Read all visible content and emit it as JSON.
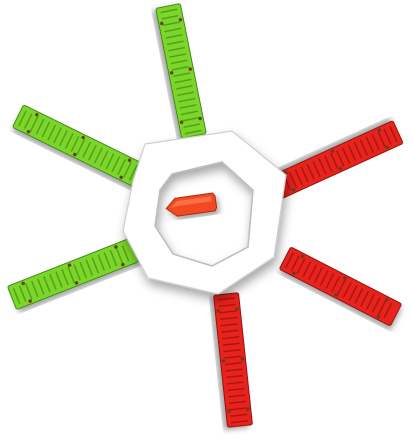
{
  "colors": {
    "background": "#ffffff",
    "arm_green": "#7bd62a",
    "arm_green_dark": "#3d8a12",
    "arm_red": "#e8231b",
    "arm_red_dark": "#8e120c",
    "hub_fill": "#ffffff",
    "hub_stroke": "#cfcfcf",
    "center_piece": "#f24a22",
    "center_piece_dark": "#a82a10",
    "rivet": "#6b3a20"
  },
  "arms": [
    {
      "name": "arm-top",
      "color": "green"
    },
    {
      "name": "arm-upper-left",
      "color": "green"
    },
    {
      "name": "arm-lower-left",
      "color": "green"
    },
    {
      "name": "arm-upper-right",
      "color": "red"
    },
    {
      "name": "arm-lower-right",
      "color": "red"
    },
    {
      "name": "arm-bottom",
      "color": "red"
    }
  ],
  "hub": {
    "shape": "octagon-ring"
  },
  "center_piece": {
    "shape": "arrow-block",
    "color": "red"
  }
}
